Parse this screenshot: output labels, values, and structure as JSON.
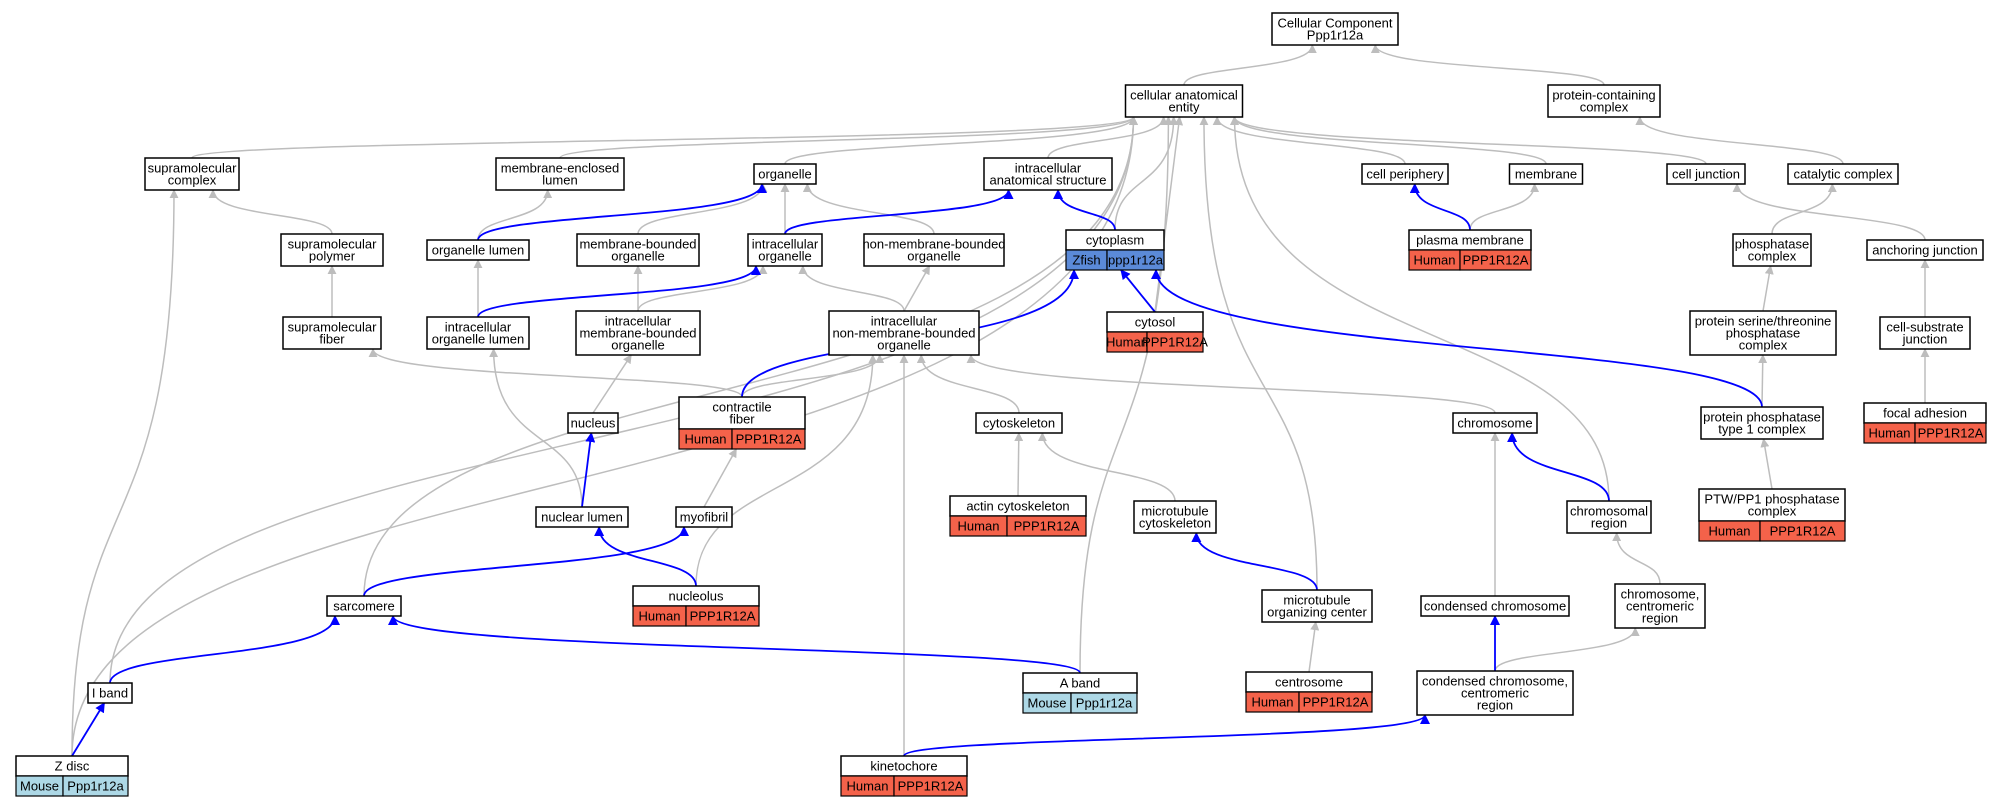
{
  "nodes": [
    {
      "id": "cc_root",
      "lines": [
        "Cellular Component",
        "Ppp1r12a"
      ]
    },
    {
      "id": "cae",
      "lines": [
        "cellular anatomical",
        "entity"
      ]
    },
    {
      "id": "pcc",
      "lines": [
        "protein-containing",
        "complex"
      ]
    },
    {
      "id": "supcomplex",
      "lines": [
        "supramolecular",
        "complex"
      ]
    },
    {
      "id": "melumen",
      "lines": [
        "membrane-enclosed",
        "lumen"
      ]
    },
    {
      "id": "organelle",
      "lines": [
        "organelle"
      ]
    },
    {
      "id": "ias",
      "lines": [
        "intracellular",
        "anatomical structure"
      ]
    },
    {
      "id": "cellperiph",
      "lines": [
        "cell periphery"
      ]
    },
    {
      "id": "membrane",
      "lines": [
        "membrane"
      ]
    },
    {
      "id": "celljunction",
      "lines": [
        "cell junction"
      ]
    },
    {
      "id": "catcomplex",
      "lines": [
        "catalytic complex"
      ]
    },
    {
      "id": "suppolymer",
      "lines": [
        "supramolecular",
        "polymer"
      ]
    },
    {
      "id": "orglumen",
      "lines": [
        "organelle lumen"
      ]
    },
    {
      "id": "mbo",
      "lines": [
        "membrane-bounded",
        "organelle"
      ]
    },
    {
      "id": "intraorg",
      "lines": [
        "intracellular",
        "organelle"
      ]
    },
    {
      "id": "nmbo",
      "lines": [
        "non-membrane-bounded",
        "organelle"
      ]
    },
    {
      "id": "cytoplasm",
      "lines": [
        "cytoplasm"
      ],
      "ann": [
        {
          "species": "Zfish",
          "gene": "ppp1r12a",
          "color": "#5b8ad8"
        }
      ]
    },
    {
      "id": "plasmamem",
      "lines": [
        "plasma membrane"
      ],
      "ann": [
        {
          "species": "Human",
          "gene": "PPP1R12A",
          "color": "#f4624a"
        }
      ]
    },
    {
      "id": "phoscomplex",
      "lines": [
        "phosphatase",
        "complex"
      ]
    },
    {
      "id": "anchjunction",
      "lines": [
        "anchoring junction"
      ]
    },
    {
      "id": "supfiber",
      "lines": [
        "supramolecular",
        "fiber"
      ]
    },
    {
      "id": "intraorglumen",
      "lines": [
        "intracellular",
        "organelle lumen"
      ]
    },
    {
      "id": "imbo",
      "lines": [
        "intracellular",
        "membrane-bounded",
        "organelle"
      ]
    },
    {
      "id": "inmbo",
      "lines": [
        "intracellular",
        "non-membrane-bounded",
        "organelle"
      ]
    },
    {
      "id": "cytosol",
      "lines": [
        "cytosol"
      ],
      "ann": [
        {
          "species": "Human",
          "gene": "PPP1R12A",
          "color": "#f4624a"
        }
      ]
    },
    {
      "id": "pstpc",
      "lines": [
        "protein serine/threonine",
        "phosphatase",
        "complex"
      ]
    },
    {
      "id": "csj",
      "lines": [
        "cell-substrate",
        "junction"
      ]
    },
    {
      "id": "contractile",
      "lines": [
        "contractile",
        "fiber"
      ],
      "ann": [
        {
          "species": "Human",
          "gene": "PPP1R12A",
          "color": "#f4624a"
        }
      ]
    },
    {
      "id": "nucleus",
      "lines": [
        "nucleus"
      ]
    },
    {
      "id": "cytoskeleton",
      "lines": [
        "cytoskeleton"
      ]
    },
    {
      "id": "chromosome",
      "lines": [
        "chromosome"
      ]
    },
    {
      "id": "pp1complex",
      "lines": [
        "protein phosphatase",
        "type 1 complex"
      ]
    },
    {
      "id": "focaladh",
      "lines": [
        "focal adhesion"
      ],
      "ann": [
        {
          "species": "Human",
          "gene": "PPP1R12A",
          "color": "#f4624a"
        }
      ]
    },
    {
      "id": "actincyto",
      "lines": [
        "actin cytoskeleton"
      ],
      "ann": [
        {
          "species": "Human",
          "gene": "PPP1R12A",
          "color": "#f4624a"
        }
      ]
    },
    {
      "id": "mtcyto",
      "lines": [
        "microtubule",
        "cytoskeleton"
      ]
    },
    {
      "id": "chromregion",
      "lines": [
        "chromosomal",
        "region"
      ]
    },
    {
      "id": "ptwpp1",
      "lines": [
        "PTW/PP1 phosphatase",
        "complex"
      ],
      "ann": [
        {
          "species": "Human",
          "gene": "PPP1R12A",
          "color": "#f4624a"
        }
      ]
    },
    {
      "id": "nuclumen",
      "lines": [
        "nuclear lumen"
      ]
    },
    {
      "id": "myofibril",
      "lines": [
        "myofibril"
      ]
    },
    {
      "id": "nucleolus",
      "lines": [
        "nucleolus"
      ],
      "ann": [
        {
          "species": "Human",
          "gene": "PPP1R12A",
          "color": "#f4624a"
        }
      ]
    },
    {
      "id": "sarcomere",
      "lines": [
        "sarcomere"
      ]
    },
    {
      "id": "mtoc",
      "lines": [
        "microtubule",
        "organizing center"
      ]
    },
    {
      "id": "condchrom",
      "lines": [
        "condensed chromosome"
      ]
    },
    {
      "id": "chromcent",
      "lines": [
        "chromosome,",
        "centromeric",
        "region"
      ]
    },
    {
      "id": "iband",
      "lines": [
        "I band"
      ]
    },
    {
      "id": "aband",
      "lines": [
        "A band"
      ],
      "ann": [
        {
          "species": "Mouse",
          "gene": "Ppp1r12a",
          "color": "#add8e6"
        }
      ]
    },
    {
      "id": "centrosome",
      "lines": [
        "centrosome"
      ],
      "ann": [
        {
          "species": "Human",
          "gene": "PPP1R12A",
          "color": "#f4624a"
        }
      ]
    },
    {
      "id": "ccc",
      "lines": [
        "condensed chromosome,",
        "centromeric",
        "region"
      ]
    },
    {
      "id": "zdisc",
      "lines": [
        "Z disc"
      ],
      "ann": [
        {
          "species": "Mouse",
          "gene": "Ppp1r12a",
          "color": "#add8e6"
        }
      ]
    },
    {
      "id": "kinetochore",
      "lines": [
        "kinetochore"
      ],
      "ann": [
        {
          "species": "Human",
          "gene": "PPP1R12A",
          "color": "#f4624a"
        }
      ]
    }
  ],
  "colors": {
    "is_a_edge": "#bdbdbd",
    "part_of_edge": "#0000ff",
    "human": "#f4624a",
    "mouse": "#add8e6",
    "zfish": "#5b8ad8"
  }
}
